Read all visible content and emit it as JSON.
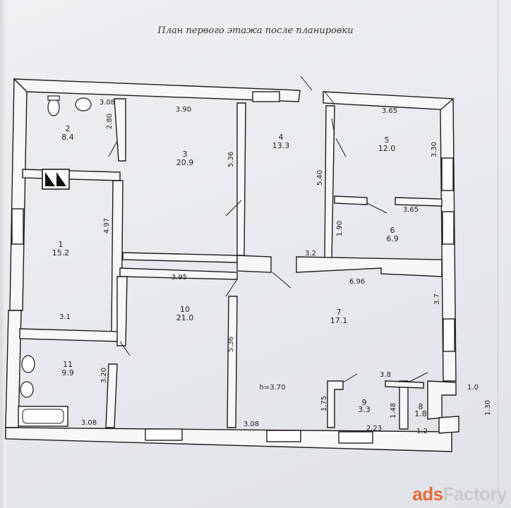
{
  "title": "План первого этажа после планировки",
  "rooms": [
    {
      "num": "2",
      "area": "8.4"
    },
    {
      "num": "3",
      "area": "20.9"
    },
    {
      "num": "4",
      "area": "13.3"
    },
    {
      "num": "5",
      "area": "12.0"
    },
    {
      "num": "6",
      "area": "6.9"
    },
    {
      "num": "1",
      "area": "15.2"
    },
    {
      "num": "10",
      "area": "21.0"
    },
    {
      "num": "7",
      "area": "17.1"
    },
    {
      "num": "11",
      "area": "9.9"
    },
    {
      "num": "9",
      "area": "3.3"
    },
    {
      "num": "8",
      "area": "1.8"
    }
  ],
  "dimensions": [
    "3.08",
    "3.90",
    "3.65",
    "2.80",
    "5.36",
    "5.40",
    "3.30",
    "4.97",
    "1.90",
    "3.65",
    "3.2",
    "3.95",
    "6.96",
    "3.1",
    "3.7",
    "5.36",
    "3.20",
    "3.8",
    "1.0",
    "1.75",
    "1.48",
    "1.30",
    "3.08",
    "3.08",
    "2.23",
    "1.2"
  ],
  "height": "h=3.70",
  "watermark": {
    "part1": "ads",
    "part2": "Factory"
  }
}
